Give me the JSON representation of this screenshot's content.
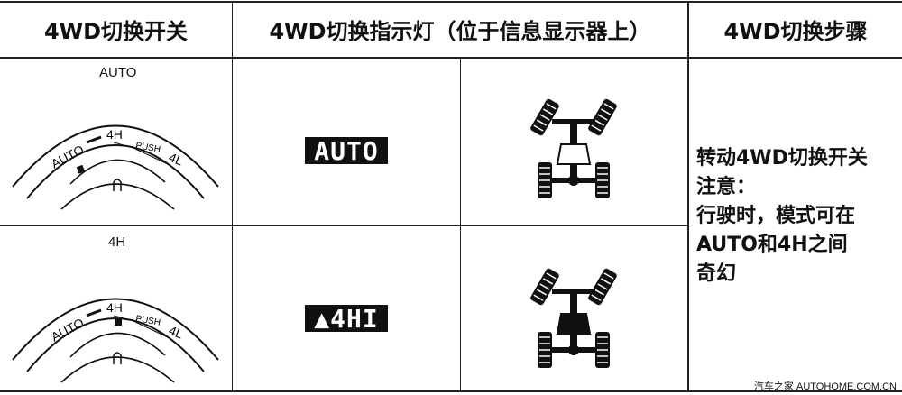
{
  "header": {
    "col1": "4WD切换开关",
    "col2": "4WD切换指示灯（位于信息显示器上）",
    "col3": "4WD切换步骤"
  },
  "rows": [
    {
      "caption": "AUTO",
      "dial": {
        "auto": "AUTO",
        "h4": "4H",
        "push": "PUSH",
        "l4": "4L",
        "selected": "AUTO"
      },
      "indicator": "AUTO",
      "vehicle_highlight": false
    },
    {
      "caption": "4H",
      "dial": {
        "auto": "AUTO",
        "h4": "4H",
        "push": "PUSH",
        "l4": "4L",
        "selected": "4H"
      },
      "indicator": "▲4HI",
      "vehicle_highlight": true
    }
  ],
  "instructions": {
    "line1": "转动4WD切换开关",
    "line2": "注意：",
    "line3": "行驶时，模式可在",
    "line4": "AUTO和4H之间",
    "line5": "奇幻"
  },
  "watermark": "汽车之家 AUTOHOME.COM.CN"
}
